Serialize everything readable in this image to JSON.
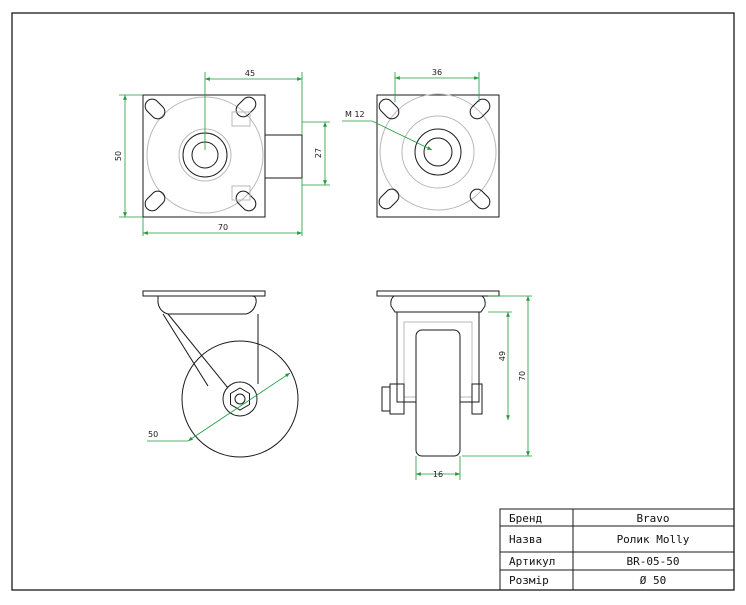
{
  "colors": {
    "line": "#1a1a1a",
    "faint": "#b9b9b9",
    "dimension": "#1f9a3c"
  },
  "dimensions": {
    "top_width_45": "45",
    "top_height_50": "50",
    "top_width_70": "70",
    "top_height_27": "27",
    "bolt_36": "36",
    "thread_m12": "M 12",
    "wheel_diameter_50": "50",
    "height_49": "49",
    "height_70": "70",
    "width_16": "16"
  },
  "title_block": {
    "rows": [
      {
        "label": "Бренд",
        "value": "Bravo"
      },
      {
        "label": "Назва",
        "value": "Ролик Molly"
      },
      {
        "label": "Артикул",
        "value": "BR-05-50"
      },
      {
        "label": "Розмір",
        "value": "Ø 50"
      }
    ]
  }
}
